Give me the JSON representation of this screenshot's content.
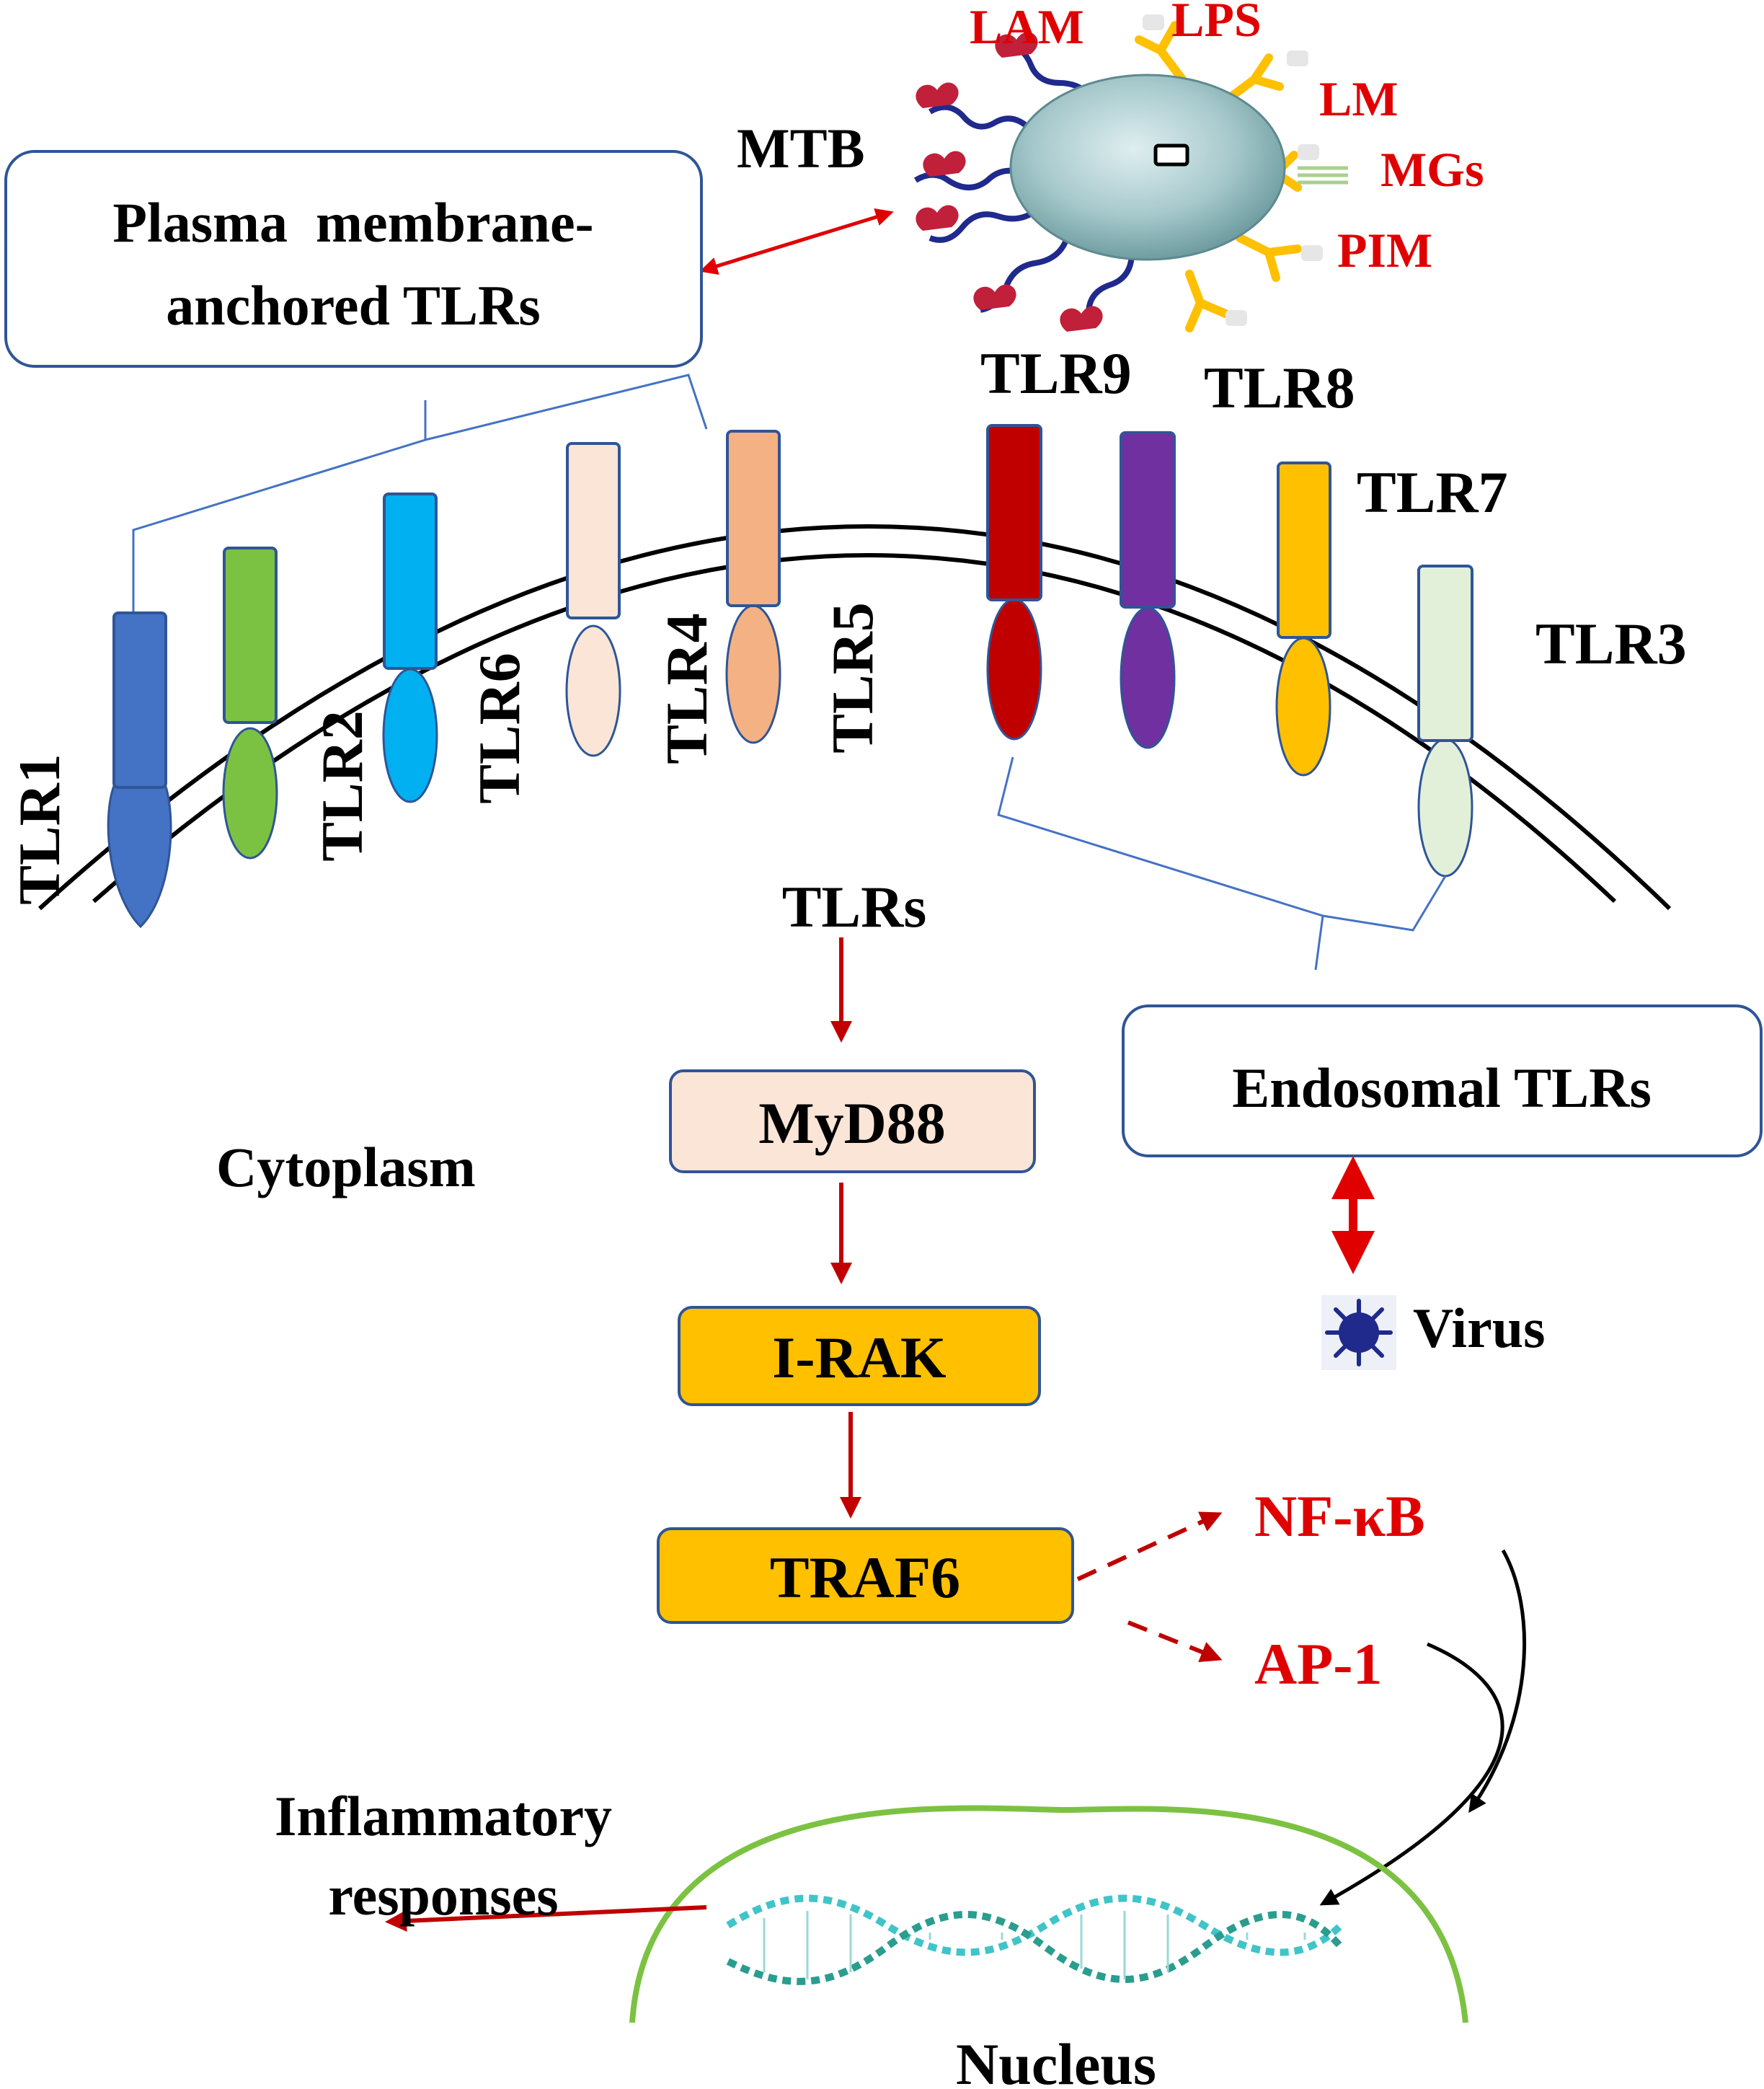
{
  "pathogen": {
    "name": "MTB",
    "ligands": [
      "LAM",
      "LPS",
      "LM",
      "MGs",
      "PIM"
    ]
  },
  "groups": {
    "plasma_membrane_line1": "Plasma  membrane-",
    "plasma_membrane_line2": "anchored TLRs",
    "endosomal": "Endosomal TLRs"
  },
  "receptors": [
    {
      "label": "TLR1",
      "color": "#4472c4"
    },
    {
      "label": "TLR2",
      "color": "#7cc242"
    },
    {
      "label": "TLR6",
      "color": "#00b0f0"
    },
    {
      "label": "TLR4",
      "color": "#fbe5d6"
    },
    {
      "label": "TLR5",
      "color": "#f4b183"
    },
    {
      "label": "TLR9",
      "color": "#c00000"
    },
    {
      "label": "TLR8",
      "color": "#7030a0"
    },
    {
      "label": "TLR7",
      "color": "#ffc000"
    },
    {
      "label": "TLR3",
      "color": "#e2f0d9"
    }
  ],
  "pathway": {
    "start": "TLRs",
    "steps": [
      "MyD88",
      "I-RAK",
      "TRAF6"
    ],
    "factors": [
      "NF-κB",
      "AP-1"
    ]
  },
  "labels": {
    "cytoplasm": "Cytoplasm",
    "virus": "Virus",
    "outcome_line1": "Inflammatory",
    "outcome_line2": "responses",
    "nucleus": "Nucleus"
  },
  "colors": {
    "arrow_dark_red": "#c00000",
    "ligand_text_red": "#e00000",
    "box_border_blue": "#2f5597",
    "myd88_fill": "#fbe5d6",
    "kinase_fill": "#ffc000",
    "nucleus_green": "#7cc242",
    "virus_navy": "#1f2a8c"
  }
}
